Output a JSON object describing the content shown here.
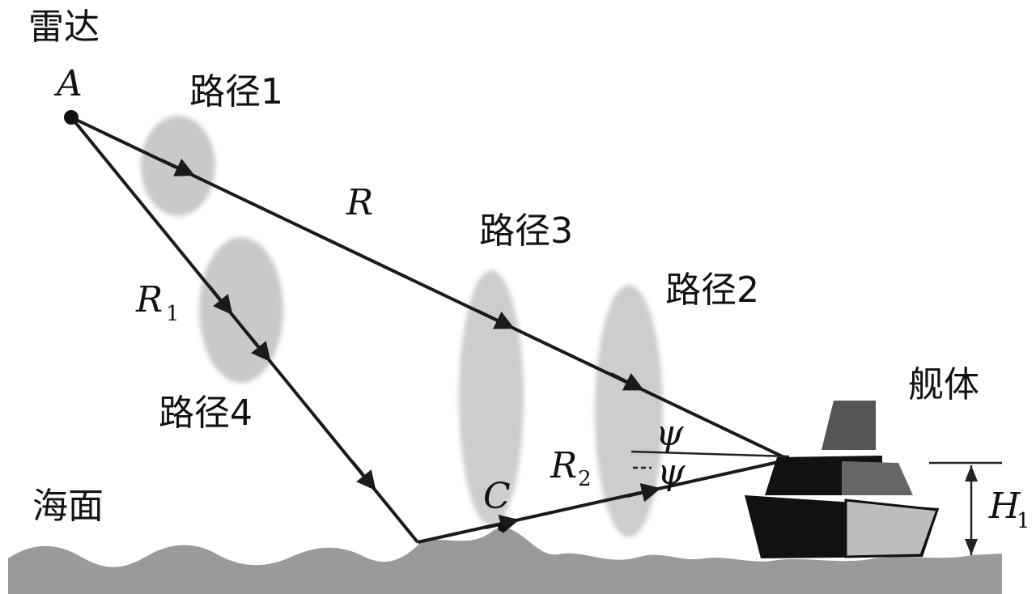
{
  "labels": {
    "radar": "雷达",
    "point_a": "A",
    "path1": "路径1",
    "path2": "路径2",
    "path3": "路径3",
    "path4": "路径4",
    "range_r": "R",
    "range_r1": "R",
    "range_r1_sub": "1",
    "range_r2": "R",
    "range_r2_sub": "2",
    "point_c": "C",
    "angle_upper": "ψ",
    "angle_lower": "ψ",
    "ship": "舰体",
    "height": "H",
    "height_sub": "1",
    "sea": "海面"
  },
  "colors": {
    "ink": "#1a1a1a",
    "cloud": "#c8c8c8",
    "sea": "#9a9a9a",
    "ship_dark": "#111111",
    "ship_mid": "#555555",
    "ship_light": "#bdbdbd"
  }
}
